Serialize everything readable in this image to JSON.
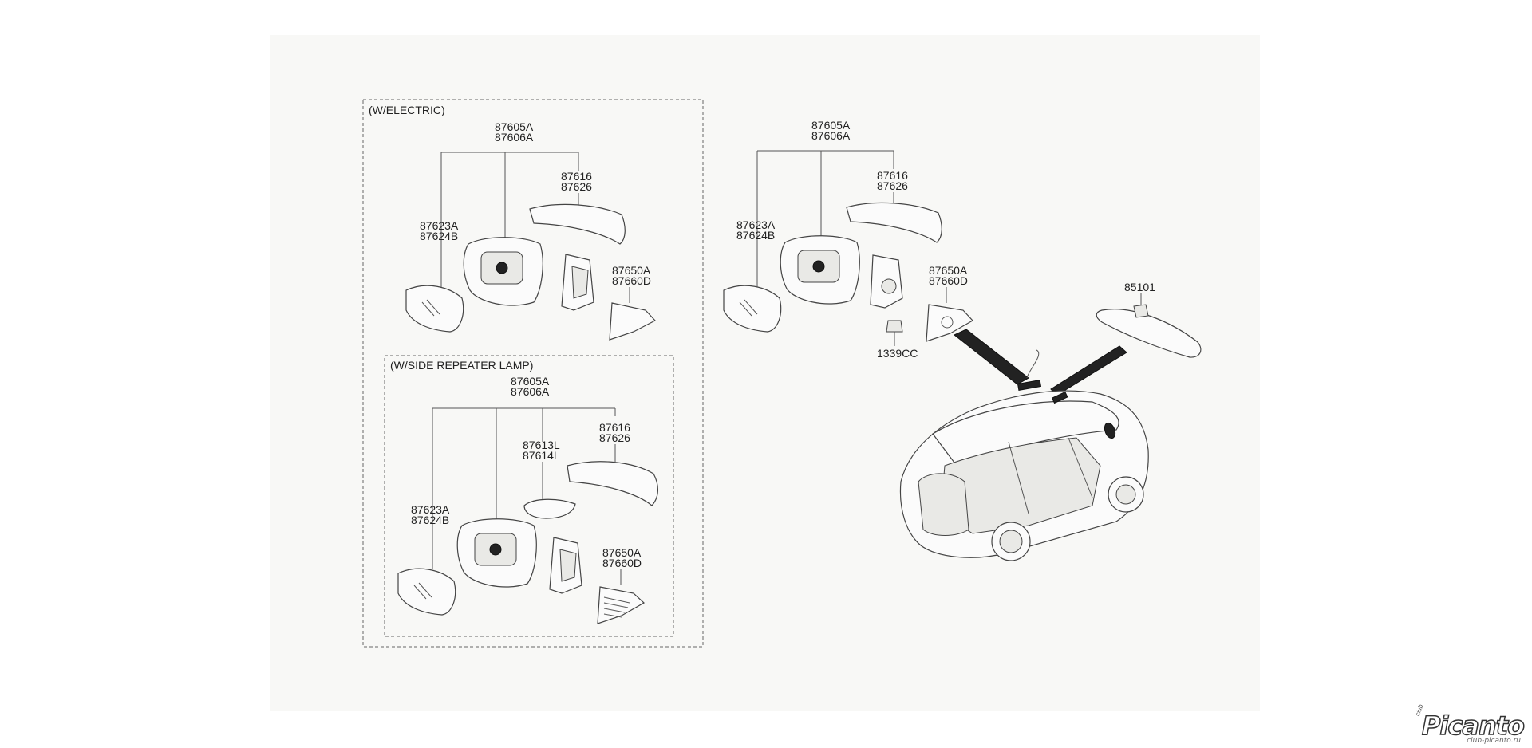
{
  "sections": {
    "electric": "(W/ELECTRIC)",
    "side_repeater": "(W/SIDE REPEATER LAMP)"
  },
  "labels": {
    "a_assembly": [
      "87605A",
      "87606A"
    ],
    "a_cover": [
      "87616",
      "87626"
    ],
    "a_glass": [
      "87623A",
      "87624B"
    ],
    "a_garnish": [
      "87650A",
      "87660D"
    ],
    "b_assembly": [
      "87605A",
      "87606A"
    ],
    "b_cover": [
      "87616",
      "87626"
    ],
    "b_lamp": [
      "87613L",
      "87614L"
    ],
    "b_glass": [
      "87623A",
      "87624B"
    ],
    "b_garnish": [
      "87650A",
      "87660D"
    ],
    "c_assembly": [
      "87605A",
      "87606A"
    ],
    "c_cover": [
      "87616",
      "87626"
    ],
    "c_glass": [
      "87623A",
      "87624B"
    ],
    "c_garnish": [
      "87650A",
      "87660D"
    ],
    "c_screw": "1339CC",
    "inside_mirror": "85101"
  },
  "watermark": {
    "club": "club",
    "brand": "Picanto",
    "site": "club-picanto.ru"
  }
}
